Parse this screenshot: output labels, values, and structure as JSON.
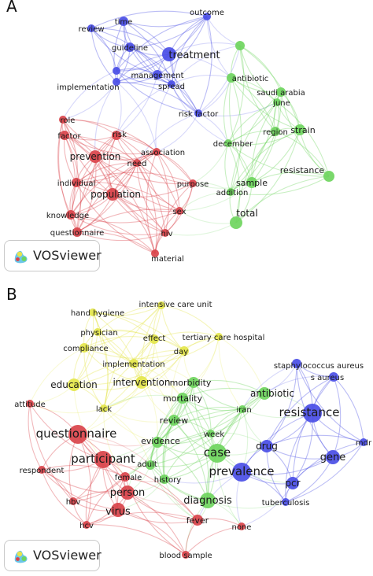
{
  "logo_text": "VOSviewer",
  "colors": {
    "red": "#d9434a",
    "green": "#6fd55e",
    "blue": "#4a4ee6",
    "yellow": "#e4e64b"
  },
  "panels": [
    {
      "letter": "A",
      "nodes": [
        {
          "label": "time",
          "c": "blue",
          "r": 6
        },
        {
          "label": "outcome",
          "c": "blue",
          "r": 5
        },
        {
          "label": "review",
          "c": "blue",
          "r": 5
        },
        {
          "label": "guideline",
          "c": "blue",
          "r": 6
        },
        {
          "label": "treatment",
          "c": "blue",
          "r": 9
        },
        {
          "label": "management",
          "c": "blue",
          "r": 6
        },
        {
          "label": "spread",
          "c": "blue",
          "r": 5
        },
        {
          "label": "implementation",
          "c": "blue",
          "r": 5
        },
        {
          "label": "",
          "c": "blue",
          "r": 5
        },
        {
          "label": "risk factor",
          "c": "blue",
          "r": 5
        },
        {
          "label": "antibiotic",
          "c": "green",
          "r": 6
        },
        {
          "label": "saudi arabia",
          "c": "green",
          "r": 6
        },
        {
          "label": "june",
          "c": "green",
          "r": 5
        },
        {
          "label": "strain",
          "c": "green",
          "r": 7
        },
        {
          "label": "region",
          "c": "green",
          "r": 6
        },
        {
          "label": "december",
          "c": "green",
          "r": 5
        },
        {
          "label": "resistance",
          "c": "green",
          "r": 7
        },
        {
          "label": "sample",
          "c": "green",
          "r": 7
        },
        {
          "label": "addition",
          "c": "green",
          "r": 5
        },
        {
          "label": "total",
          "c": "green",
          "r": 8
        },
        {
          "label": "",
          "c": "green",
          "r": 6
        },
        {
          "label": "role",
          "c": "red",
          "r": 5
        },
        {
          "label": "factor",
          "c": "red",
          "r": 6
        },
        {
          "label": "risk",
          "c": "red",
          "r": 6
        },
        {
          "label": "prevention",
          "c": "red",
          "r": 8
        },
        {
          "label": "association",
          "c": "red",
          "r": 5
        },
        {
          "label": "need",
          "c": "red",
          "r": 5
        },
        {
          "label": "individual",
          "c": "red",
          "r": 6
        },
        {
          "label": "population",
          "c": "red",
          "r": 8
        },
        {
          "label": "purpose",
          "c": "red",
          "r": 5
        },
        {
          "label": "knowledge",
          "c": "red",
          "r": 6
        },
        {
          "label": "sex",
          "c": "red",
          "r": 5
        },
        {
          "label": "questionnaire",
          "c": "red",
          "r": 6
        },
        {
          "label": "hiv",
          "c": "red",
          "r": 5
        },
        {
          "label": "material",
          "c": "red",
          "r": 5
        }
      ]
    },
    {
      "letter": "B",
      "nodes": [
        {
          "label": "hand hygiene",
          "c": "yellow",
          "r": 5
        },
        {
          "label": "intensive care unit",
          "c": "yellow",
          "r": 5
        },
        {
          "label": "physician",
          "c": "yellow",
          "r": 5
        },
        {
          "label": "tertiary care hospital",
          "c": "yellow",
          "r": 5
        },
        {
          "label": "effect",
          "c": "yellow",
          "r": 6
        },
        {
          "label": "compliance",
          "c": "yellow",
          "r": 6
        },
        {
          "label": "day",
          "c": "yellow",
          "r": 6
        },
        {
          "label": "implementation",
          "c": "yellow",
          "r": 6
        },
        {
          "label": "intervention",
          "c": "yellow",
          "r": 8
        },
        {
          "label": "morbidity",
          "c": "green",
          "r": 7
        },
        {
          "label": "education",
          "c": "yellow",
          "r": 8
        },
        {
          "label": "mortality",
          "c": "green",
          "r": 7
        },
        {
          "label": "lack",
          "c": "yellow",
          "r": 5
        },
        {
          "label": "staphylococcus aureus",
          "c": "blue",
          "r": 6
        },
        {
          "label": "s aureus",
          "c": "blue",
          "r": 6
        },
        {
          "label": "antibiotic",
          "c": "green",
          "r": 8
        },
        {
          "label": "iran",
          "c": "green",
          "r": 5
        },
        {
          "label": "resistance",
          "c": "blue",
          "r": 12
        },
        {
          "label": "attitude",
          "c": "red",
          "r": 5
        },
        {
          "label": "review",
          "c": "green",
          "r": 7
        },
        {
          "label": "questionnaire",
          "c": "red",
          "r": 12
        },
        {
          "label": "week",
          "c": "green",
          "r": 5
        },
        {
          "label": "mdr",
          "c": "blue",
          "r": 5
        },
        {
          "label": "evidence",
          "c": "green",
          "r": 7
        },
        {
          "label": "case",
          "c": "green",
          "r": 12
        },
        {
          "label": "drug",
          "c": "blue",
          "r": 8
        },
        {
          "label": "gene",
          "c": "blue",
          "r": 9
        },
        {
          "label": "participant",
          "c": "red",
          "r": 11
        },
        {
          "label": "adult",
          "c": "green",
          "r": 6
        },
        {
          "label": "respondent",
          "c": "red",
          "r": 5
        },
        {
          "label": "prevalence",
          "c": "blue",
          "r": 12
        },
        {
          "label": "female",
          "c": "red",
          "r": 6
        },
        {
          "label": "history",
          "c": "green",
          "r": 6
        },
        {
          "label": "pcr",
          "c": "blue",
          "r": 8
        },
        {
          "label": "person",
          "c": "red",
          "r": 9
        },
        {
          "label": "diagnosis",
          "c": "green",
          "r": 10
        },
        {
          "label": "tuberculosis",
          "c": "blue",
          "r": 5
        },
        {
          "label": "hbv",
          "c": "red",
          "r": 5
        },
        {
          "label": "virus",
          "c": "red",
          "r": 9
        },
        {
          "label": "fever",
          "c": "red",
          "r": 7
        },
        {
          "label": "hcv",
          "c": "red",
          "r": 5
        },
        {
          "label": "none",
          "c": "red",
          "r": 5
        },
        {
          "label": "blood sample",
          "c": "red",
          "r": 5
        }
      ]
    }
  ]
}
